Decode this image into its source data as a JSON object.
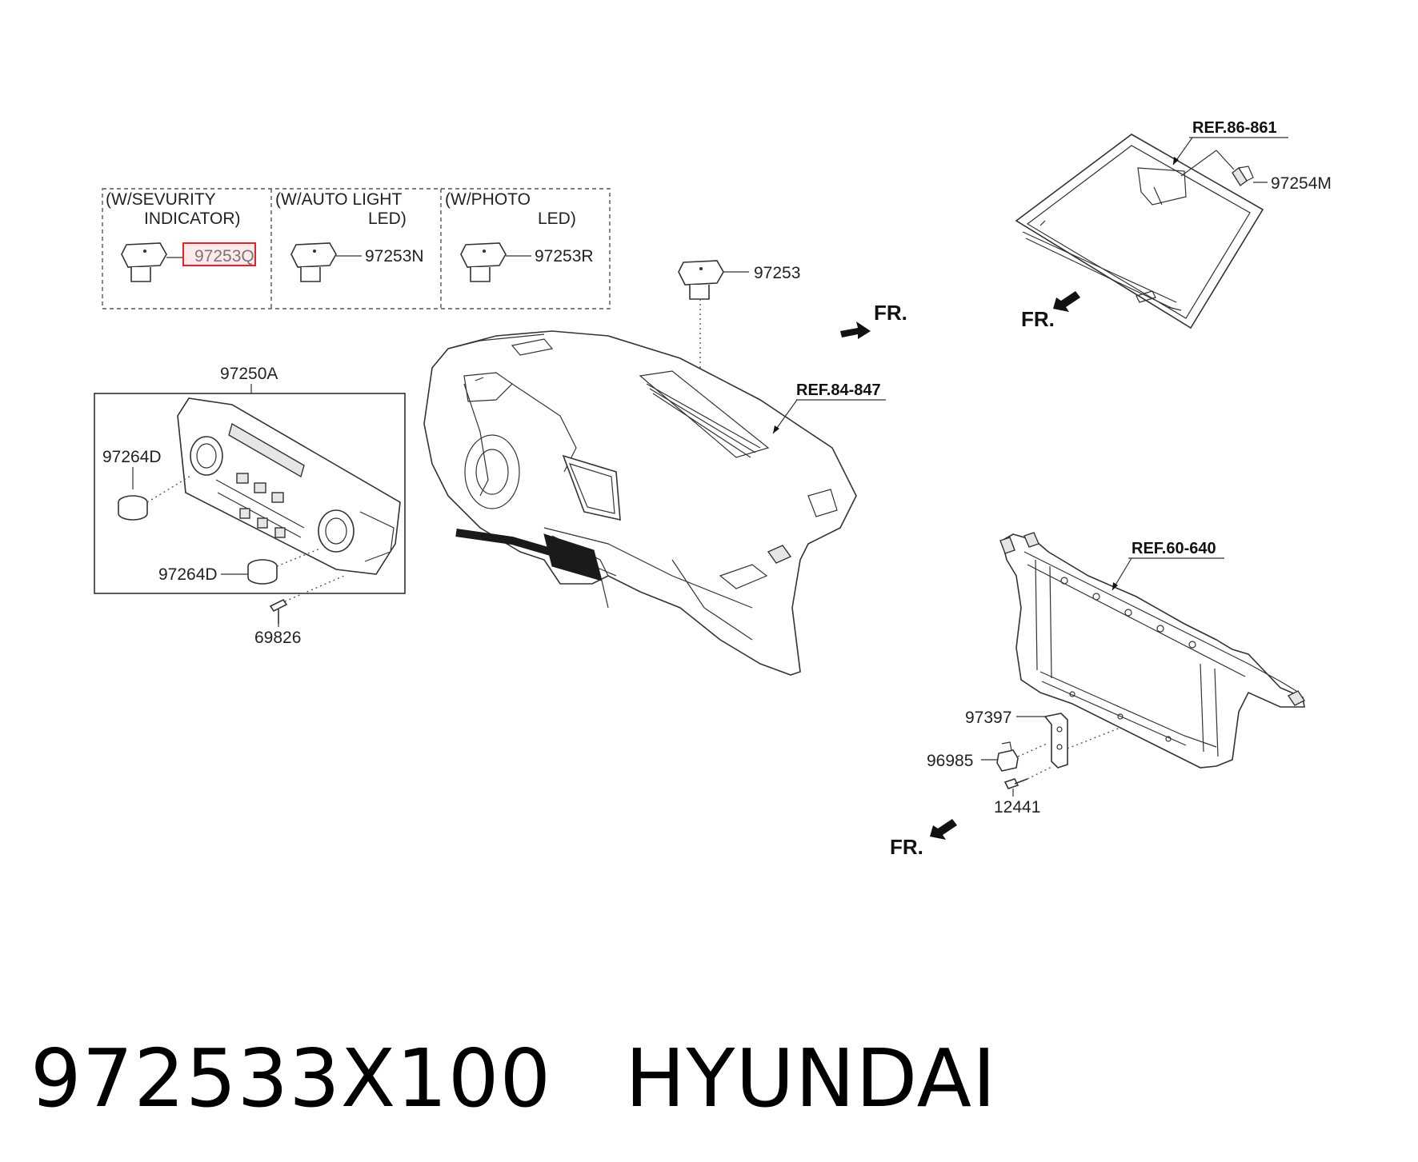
{
  "variants": [
    {
      "condition": [
        "(W/SEVURITY",
        "INDICATOR)"
      ],
      "part_no": "97253Q"
    },
    {
      "condition": [
        "(W/AUTO LIGHT",
        "LED)"
      ],
      "part_no": "97253N"
    },
    {
      "condition": [
        "(W/PHOTO",
        "LED)"
      ],
      "part_no": "97253R"
    }
  ],
  "parts": {
    "sensor": "97253",
    "climate_panel": "97250A",
    "knob_upper": "97264D",
    "knob_lower": "97264D",
    "screw": "69826",
    "windshield_sensor": "97254M",
    "bracket": "97397",
    "horn_sensor": "96985",
    "bolt": "12441"
  },
  "refs": {
    "windshield": "REF.86-861",
    "dashboard": "REF.84-847",
    "carrier": "REF.60-640"
  },
  "front_label": "FR.",
  "highlight_color": "#e8202a",
  "caption": {
    "part_number": "972533X100",
    "brand": "HYUNDAI"
  }
}
